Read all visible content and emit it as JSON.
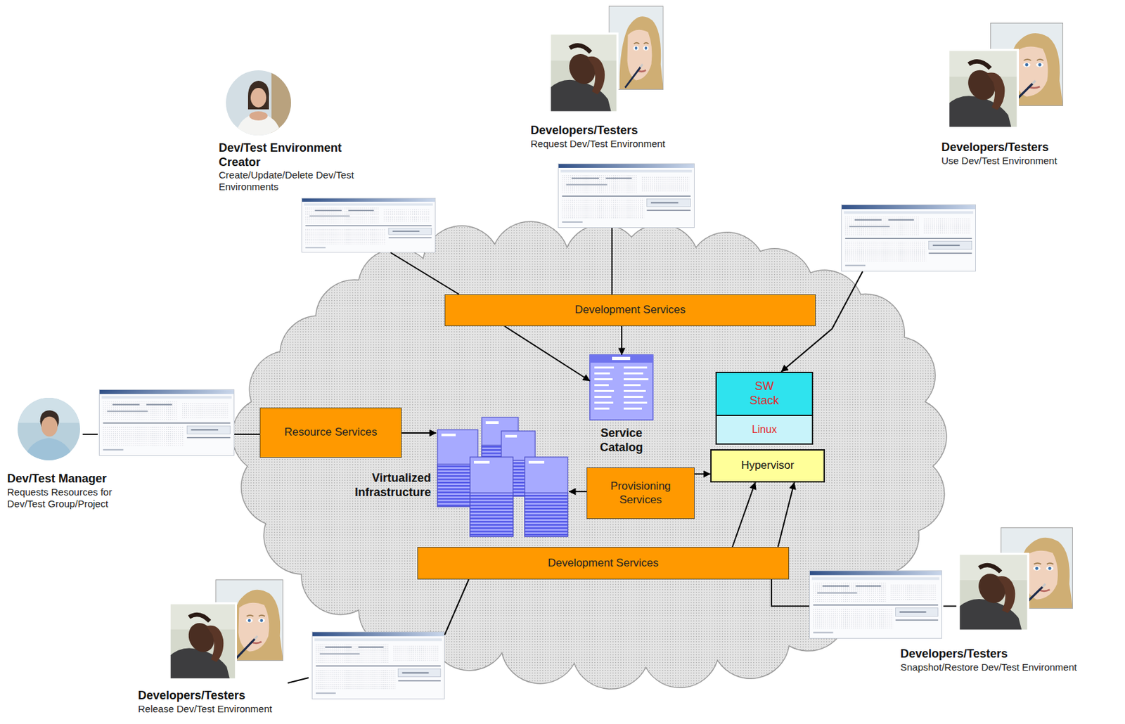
{
  "diagram": {
    "nodes": [
      {
        "text": [
          "Dev/Test Environment Creator",
          "Create/Update/Delete Dev/Test Environments"
        ]
      },
      {
        "text": [
          "Developers/Testers",
          "Request Dev/Test Environment"
        ]
      },
      {
        "text": [
          "Developers/Testers",
          "Use Dev/Test Environment"
        ]
      },
      {
        "text": [
          "Development Services"
        ]
      },
      {
        "text": [
          "Dev/Test Manager",
          "Requests Resources for Dev/Test Group/Project"
        ]
      },
      {
        "text": [
          "Resource Services"
        ]
      },
      {
        "text": [
          "Service Catalog"
        ]
      },
      {
        "text": [
          "Virtualized Infrastructure"
        ]
      },
      {
        "text": [
          "SW Stack"
        ]
      },
      {
        "text": [
          "Linux"
        ]
      },
      {
        "text": [
          "Hypervisor"
        ]
      },
      {
        "text": [
          "Provisioning Services"
        ]
      },
      {
        "text": [
          "Development Services"
        ]
      },
      {
        "text": [
          "Developers/Testers",
          "Snapshot/Restore Dev/Test Environment"
        ]
      },
      {
        "text": [
          "Developers/Testers",
          "Release Dev/Test Environment"
        ]
      }
    ],
    "edges": [
      {
        "from": 0,
        "to": 3,
        "arrow": "none"
      },
      {
        "from": 1,
        "to": 3,
        "arrow": "none"
      },
      {
        "from": 3,
        "to": 6,
        "arrow": "to"
      },
      {
        "from": 3,
        "to": 6,
        "arrow": "to"
      },
      {
        "from": 2,
        "to": 8,
        "arrow": "to"
      },
      {
        "from": 4,
        "to": 5,
        "arrow": "none"
      },
      {
        "from": 5,
        "to": 7,
        "arrow": "to"
      },
      {
        "from": 11,
        "to": 7,
        "arrow": "to"
      },
      {
        "from": 11,
        "to": 10,
        "arrow": "to"
      },
      {
        "from": 14,
        "to": 12,
        "arrow": "none"
      },
      {
        "from": 12,
        "to": 10,
        "arrow": "to"
      },
      {
        "from": 13,
        "to": 12,
        "arrow": "none"
      },
      {
        "from": 12,
        "to": 10,
        "arrow": "to"
      }
    ]
  }
}
